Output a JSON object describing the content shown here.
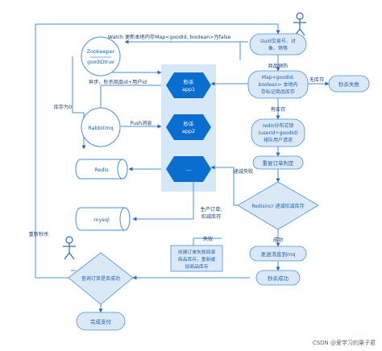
{
  "edges": {
    "watch": "Watch 更新本地内存Map<goodId, boolean>为false",
    "async": "异步，秒杀商品id+用户id",
    "stock_zero": "库存为0",
    "push": "Push消息",
    "goods_check": "商品预热",
    "no_stock": "无库存",
    "has_stock": "有库存",
    "reduce_fail": "递减失败",
    "order_reduce_line1": "生产订单,",
    "order_reduce_line2": "扣减库存",
    "fail": "失败",
    "success": "成功",
    "reseckill": "重新秒杀"
  },
  "nodes": {
    "zookeeper_line1": "Zookeeper",
    "zookeeper_line2": "goodIDtrue",
    "rabbitmq": "Rabbitmq",
    "redis": "Redis",
    "mysql": "mysql",
    "app1_line1": "秒杀",
    "app1_line2": "app1",
    "app2_line1": "秒杀",
    "app2_line2": "app2",
    "app3": "...",
    "uuid_line1": "Uuid交易号、对",
    "uuid_line2": "象、筛等",
    "map_line1": "Map<goodId,",
    "map_line2": "boolean> 本地内",
    "map_line3": "存标记商品库存",
    "seckill_fail": "秒杀失败",
    "redis_lock_line1": "redis分布式锁",
    "redis_lock_line2": "(userId+goodId)",
    "redis_lock_line3": "排队用户请求",
    "repeat_order": "重复订单判定",
    "redis_decr_diamond": "Redisincr 递减扣减库存",
    "send_mq": "发送消息到mq",
    "seckill_success": "秒杀成功",
    "rollback_line1": "创建订单失败回滚",
    "rollback_line2": "商品库存，重新缓",
    "rollback_line3": "加商品库存",
    "query_order": "查询订单是否成功",
    "pay_done": "完成支付"
  },
  "watermark": "CSDN @爱学习的果子君",
  "colors": {
    "primary": "#0f6fc6",
    "hex_fill": "#0a6ed1",
    "panel": "#d6e8f8",
    "light": "#dbe9f7",
    "stroke": "#4a90d9",
    "arrow": "#2a6ab5",
    "text_dark": "#1f3e6b"
  }
}
